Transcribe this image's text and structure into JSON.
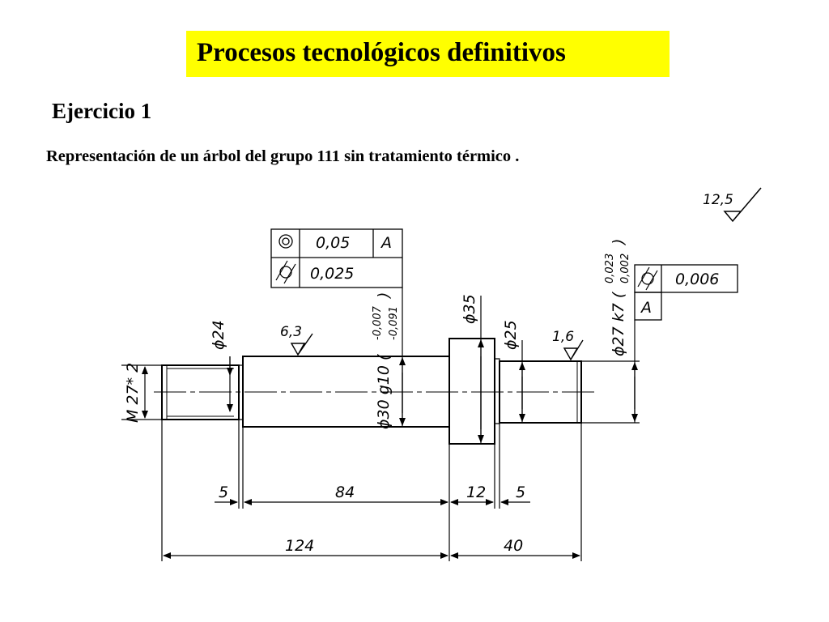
{
  "header": {
    "title": "Procesos tecnológicos definitivos",
    "subtitle": "Ejercicio 1",
    "description": "Representación de un árbol del grupo 111 sin tratamiento térmico ."
  },
  "colors": {
    "title_background": "#ffff00",
    "ink": "#000000",
    "background": "#ffffff"
  },
  "drawing": {
    "general_roughness": "12,5",
    "tolerance_frame_1": {
      "row1_symbol": "concentricity-icon",
      "row1_value": "0,05",
      "row1_datum": "A",
      "row2_symbol": "cylindricity-icon",
      "row2_value": "0,025"
    },
    "tolerance_frame_2": {
      "symbol": "cylindricity-icon",
      "value": "0,006",
      "datum": "A"
    },
    "diameters": {
      "thread": "M 27* 2",
      "d24": "ϕ24",
      "d30": "ϕ30 g10 (",
      "d30_upper": "-0,007",
      "d30_lower": "-0,091",
      "d30_close": ")",
      "d35": "ϕ35",
      "d25": "ϕ25",
      "d27": "ϕ27 k7 (",
      "d27_upper": "0,023",
      "d27_lower": "0,002",
      "d27_close": ")"
    },
    "roughness": {
      "main_body": "6,3",
      "bearing_journal": "1,6"
    },
    "lengths": {
      "l_groove_left": "5",
      "l_body": "84",
      "l_collar": "12",
      "l_groove_right": "5",
      "l_total_left": "124",
      "l_total_right": "40"
    }
  }
}
